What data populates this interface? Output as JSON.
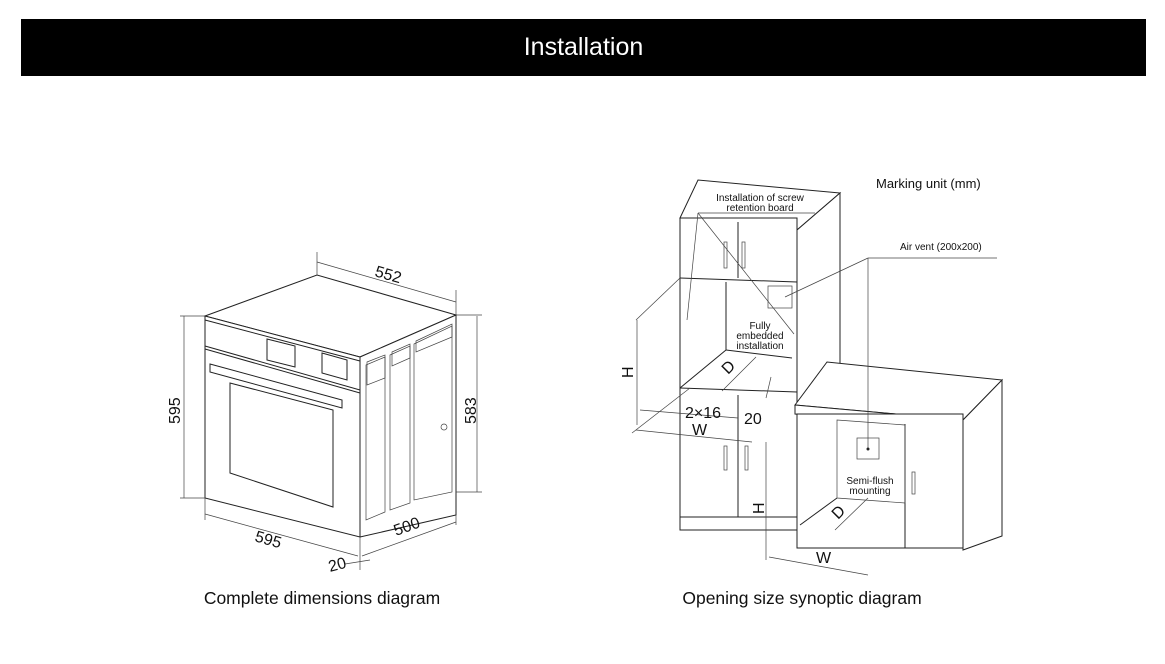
{
  "header": {
    "title": "Installation"
  },
  "left_diagram": {
    "caption": "Complete dimensions diagram",
    "dimensions": {
      "depth_top": "552",
      "height_front": "595",
      "height_side": "583",
      "width_front": "595",
      "depth_side": "500",
      "front_thickness": "20"
    }
  },
  "right_diagram": {
    "caption": "Opening size synoptic diagram",
    "unit_note": "Marking unit (mm)",
    "screw_note": [
      "Installation of screw",
      "retention board"
    ],
    "air_vent_note": "Air vent (200x200)",
    "fully_embedded_note": [
      "Fully",
      "embedded",
      "installation"
    ],
    "semi_flush_note": [
      "Semi-flush",
      "mounting"
    ],
    "labels": {
      "h_upper": "H",
      "d_upper": "D",
      "w_upper": "W",
      "gap": "2×16",
      "offset": "20",
      "h_lower": "H",
      "d_lower": "D",
      "w_lower": "W"
    }
  }
}
